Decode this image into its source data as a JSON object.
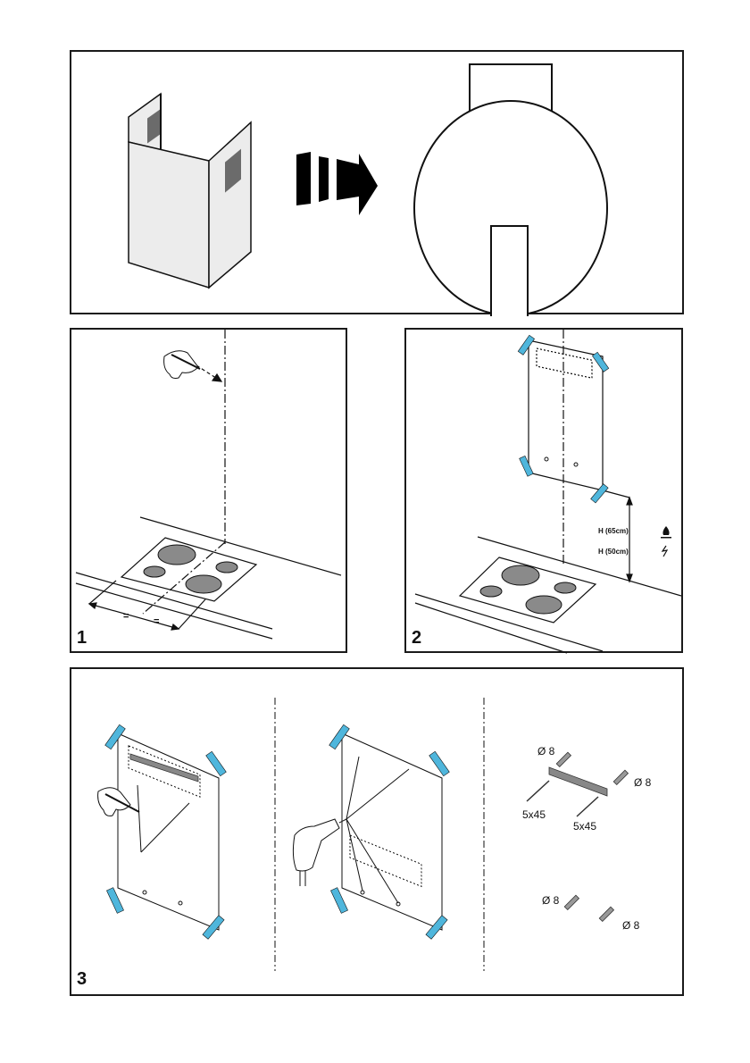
{
  "document": {
    "type": "installation-instructions",
    "panels": {
      "intro": {
        "description": "chimney cover to round hood illustration",
        "arrow_icon": "forward-arrow-icon"
      },
      "step1": {
        "number": "1",
        "dimension_marks": [
          "=",
          "="
        ]
      },
      "step2": {
        "number": "2",
        "height_gas": "H (65cm)",
        "height_electric": "H (50cm)",
        "gas_icon": "gas-flame-icon",
        "electric_icon": "lightning-icon"
      },
      "step3": {
        "number": "3",
        "anchor_labels": [
          "Ø 8",
          "Ø 8",
          "Ø 8",
          "Ø 8"
        ],
        "screw_labels": [
          "5x45",
          "5x45"
        ]
      }
    },
    "colors": {
      "tape": "#4fb6dc",
      "line": "#111111",
      "hob_burner": "#8a8a8a",
      "panel_fill": "#ececec"
    }
  }
}
